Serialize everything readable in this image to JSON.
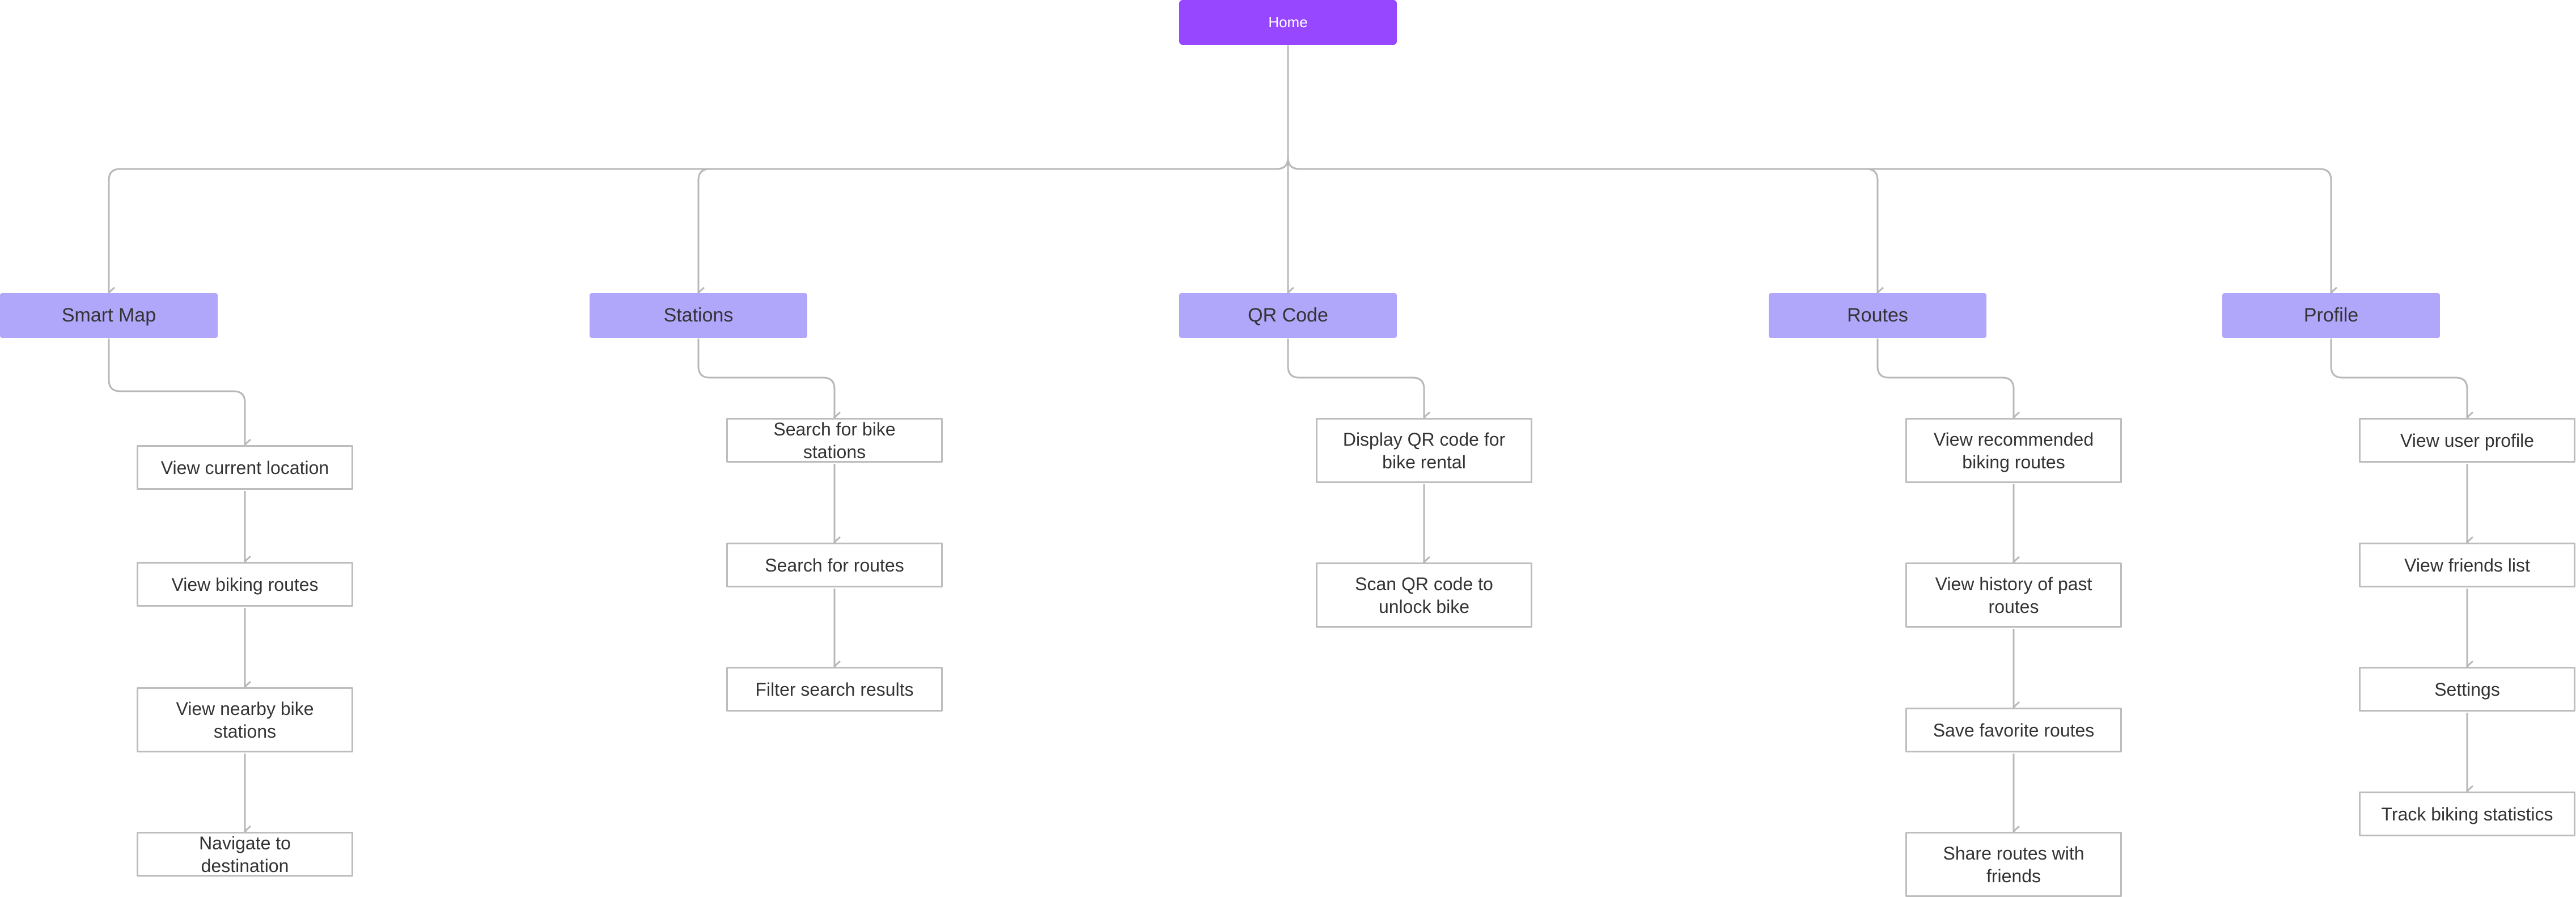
{
  "root": {
    "label": "Home"
  },
  "categories": [
    {
      "label": "Smart Map",
      "items": [
        "View current location",
        "View biking routes",
        "View nearby bike stations",
        "Navigate to destination"
      ]
    },
    {
      "label": "Stations",
      "items": [
        "Search for bike stations",
        "Search for routes",
        "Filter search results"
      ]
    },
    {
      "label": "QR Code",
      "items": [
        "Display QR code for bike rental",
        "Scan QR code to unlock bike"
      ]
    },
    {
      "label": "Routes",
      "items": [
        "View recommended biking routes",
        "View history of past routes",
        "Save favorite routes",
        "Share routes with friends"
      ]
    },
    {
      "label": "Profile",
      "items": [
        "View user profile",
        "View friends list",
        "Settings",
        "Track biking statistics"
      ]
    }
  ],
  "colors": {
    "root": "#9747ff",
    "category": "#b0a6fa",
    "item_border": "#bdbdbd",
    "connector": "#b8b8b8",
    "text": "#333333"
  }
}
